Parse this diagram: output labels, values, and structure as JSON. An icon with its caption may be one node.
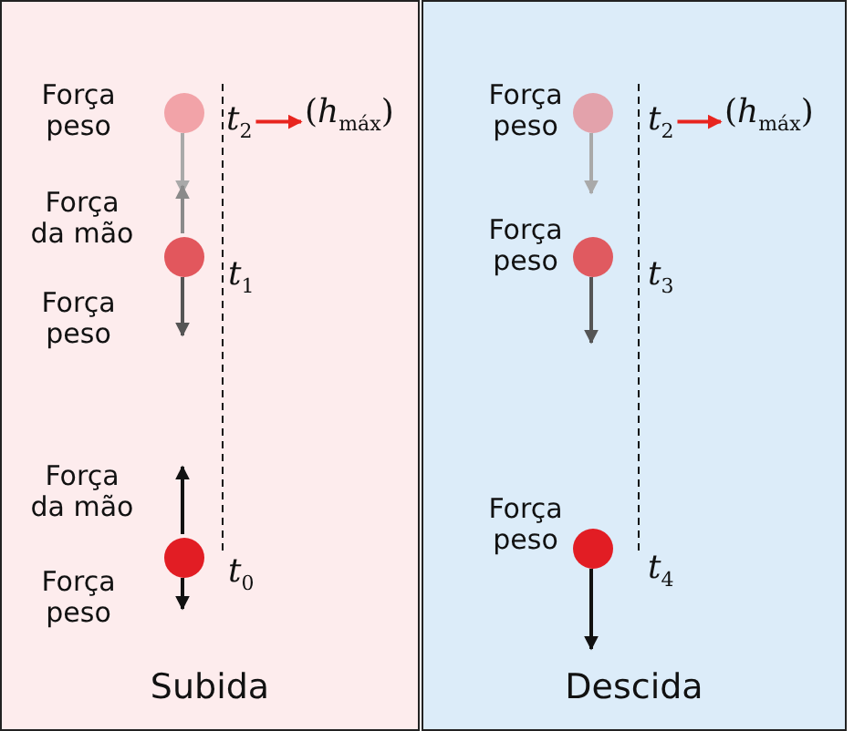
{
  "diagram": {
    "nodes": [
      {
        "text": [
          "Subida"
        ]
      },
      {
        "text": [],
        "shape": "circle",
        "in": 0
      },
      {
        "text": [],
        "shape": "circle",
        "in": 0,
        "beside": [
          "*t*$_{1}$"
        ]
      },
      {
        "text": [],
        "shape": "circle",
        "in": 0,
        "beside": [
          "*t*$_{0}$"
        ]
      },
      {
        "text": [
          "*t*$_{2}$"
        ],
        "in": 0
      },
      {
        "text": [
          "(*h*$_{máx}$)"
        ],
        "in": 0
      },
      {
        "text": [
          "Descida"
        ]
      },
      {
        "text": [],
        "shape": "circle",
        "in": 6
      },
      {
        "text": [],
        "shape": "circle",
        "in": 6,
        "beside": [
          "*t*$_{3}$"
        ]
      },
      {
        "text": [],
        "shape": "circle",
        "in": 6,
        "beside": [
          "*t*$_{4}$"
        ]
      },
      {
        "text": [
          "*t*$_{2}$"
        ],
        "in": 6
      },
      {
        "text": [
          "(*h*$_{máx}$)"
        ],
        "in": 6
      }
    ],
    "edges": [
      {
        "from": 4,
        "to": 5,
        "arrow": "to"
      },
      {
        "from": 10,
        "to": 11,
        "arrow": "to"
      }
    ],
    "labels": [
      "Força peso",
      "Força da mão",
      "Força peso",
      "Força da mão",
      "Força peso",
      "Força peso",
      "Força peso",
      "Força peso"
    ]
  }
}
